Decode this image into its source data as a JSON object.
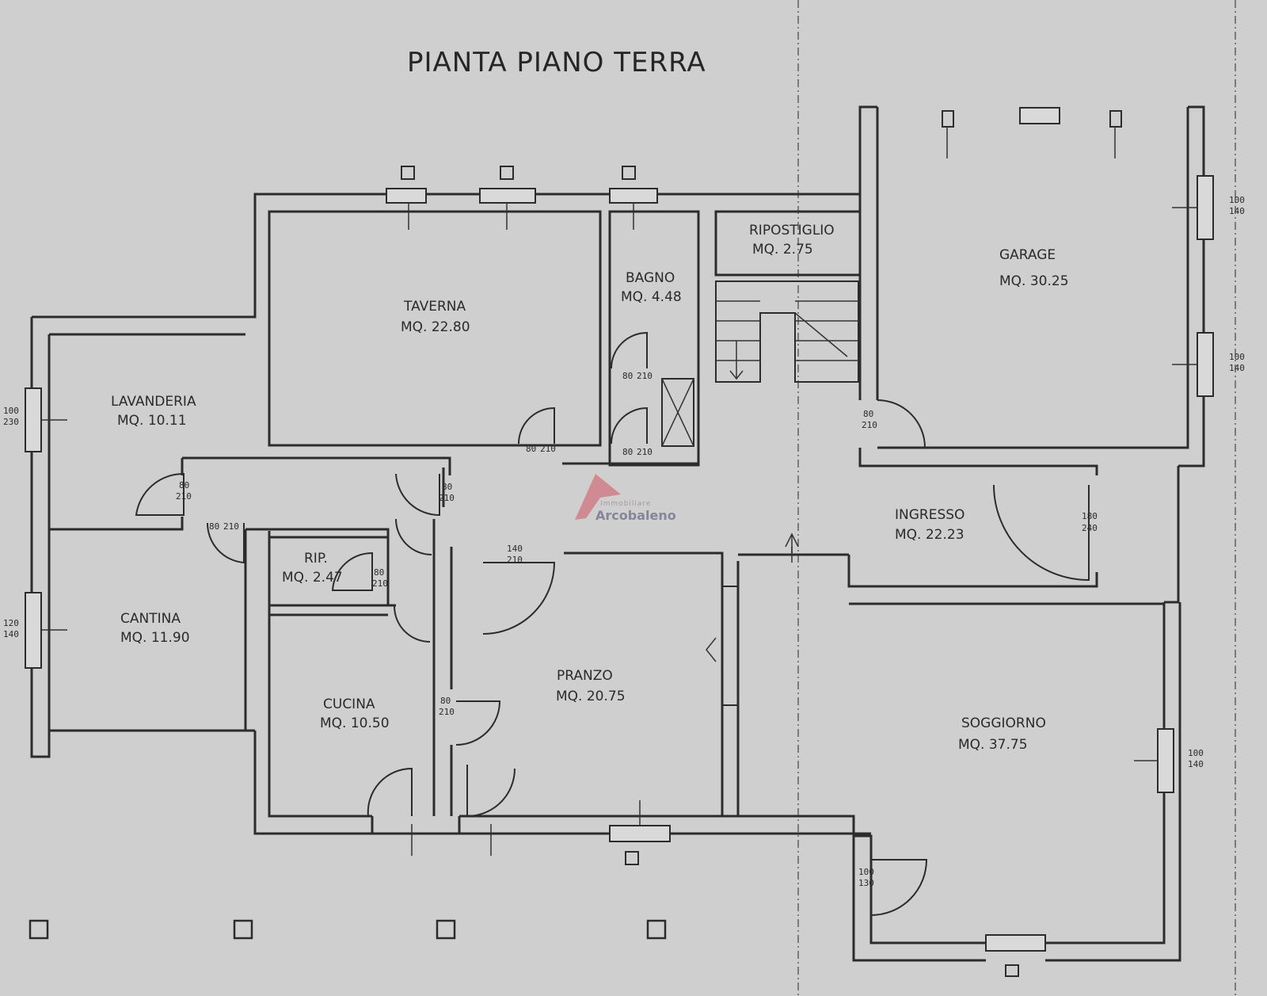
{
  "title": "PIANTA PIANO TERRA",
  "logo": {
    "brand": "Arcobaleno",
    "subtitle": "Immobiliare",
    "colors": {
      "mark": "#d23a4a",
      "text": "#7a7a92"
    }
  },
  "rooms": {
    "taverna": {
      "name": "TAVERNA",
      "area": "MQ. 22.80"
    },
    "bagno": {
      "name": "BAGNO",
      "area": "MQ. 4.48"
    },
    "ripostiglio": {
      "name": "RIPOSTIGLIO",
      "area": "MQ. 2.75"
    },
    "garage": {
      "name": "GARAGE",
      "area": "MQ. 30.25"
    },
    "lavanderia": {
      "name": "LAVANDERIA",
      "area": "MQ. 10.11"
    },
    "cantina": {
      "name": "CANTINA",
      "area": "MQ. 11.90"
    },
    "rip": {
      "name": "RIP.",
      "area": "MQ. 2.47"
    },
    "cucina": {
      "name": "CUCINA",
      "area": "MQ. 10.50"
    },
    "pranzo": {
      "name": "PRANZO",
      "area": "MQ. 20.75"
    },
    "ingresso": {
      "name": "INGRESSO",
      "area": "MQ. 22.23"
    },
    "soggiorno": {
      "name": "SOGGIORNO",
      "area": "MQ. 37.75"
    }
  },
  "openings": {
    "lav_window": [
      "100",
      "230"
    ],
    "cantina_window": [
      "120",
      "140"
    ],
    "garage_window_1": [
      "100",
      "140"
    ],
    "garage_window_2": [
      "100",
      "140"
    ],
    "garage_door": [
      "80",
      "210"
    ],
    "soggiorno_window": [
      "100",
      "140"
    ],
    "ingresso_door": [
      "180",
      "240"
    ],
    "door_lav": [
      "80",
      "210"
    ],
    "door_hall_a": [
      "80",
      "210"
    ],
    "door_hall_b": [
      "80",
      "210"
    ],
    "door_rip": [
      "80",
      "210"
    ],
    "door_pranzo": [
      "140",
      "210"
    ],
    "door_cucina": [
      "80",
      "210"
    ],
    "door_taverna": [
      "80",
      "210"
    ],
    "door_bagno_1": [
      "80",
      "210"
    ],
    "door_bagno_2": [
      "80",
      "210"
    ],
    "door_soggiorno_back": [
      "100",
      "130"
    ]
  }
}
